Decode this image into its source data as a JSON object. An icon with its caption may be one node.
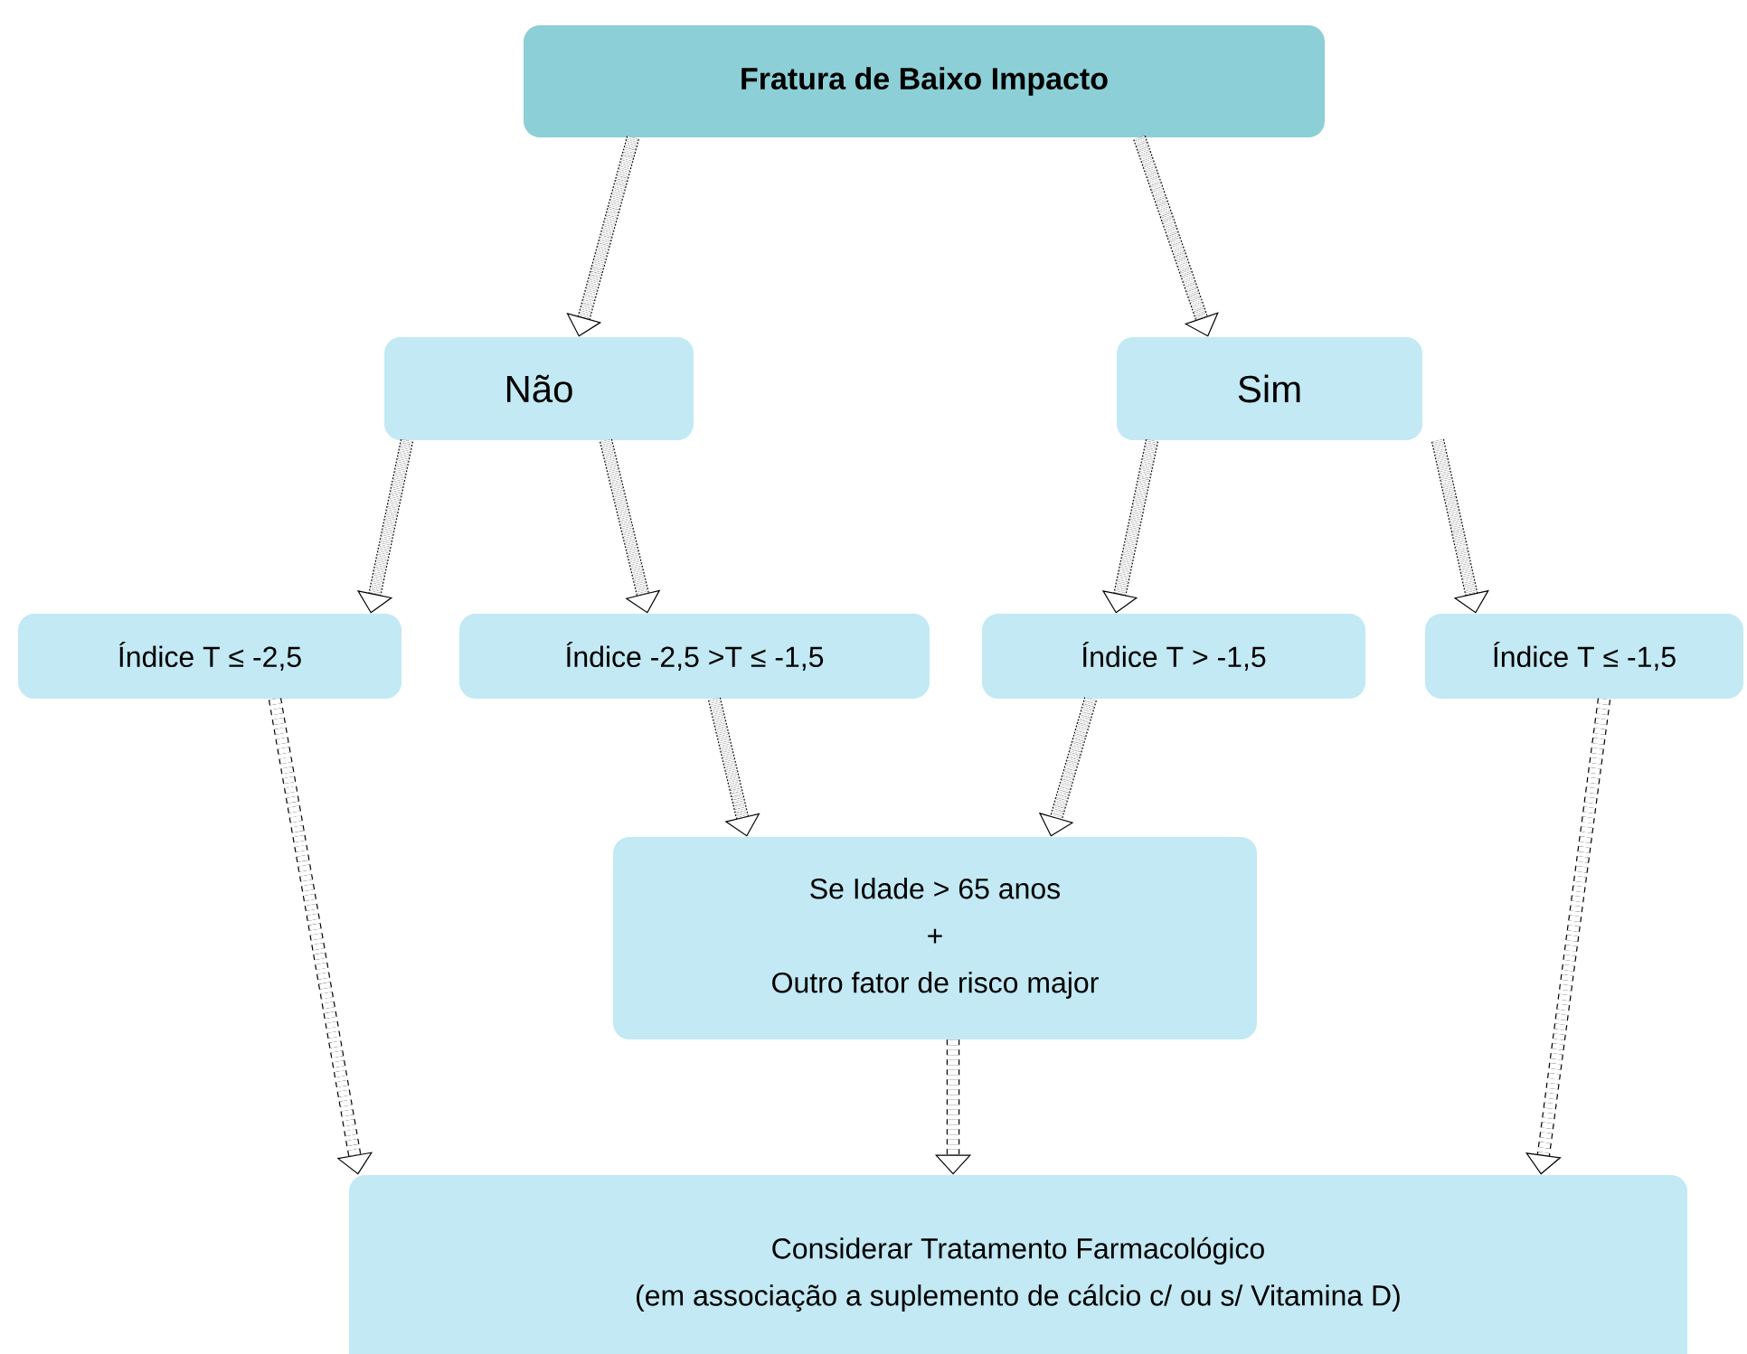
{
  "diagram": {
    "nodes": [
      {
        "text": [
          "Fratura de Baixo Impacto"
        ]
      },
      {
        "text": [
          "Não"
        ]
      },
      {
        "text": [
          "Sim"
        ]
      },
      {
        "text": [
          "Índice T ≤ -2,5"
        ]
      },
      {
        "text": [
          "Índice -2,5 >T ≤ -1,5"
        ]
      },
      {
        "text": [
          "Índice T > -1,5"
        ]
      },
      {
        "text": [
          "Índice T ≤ -1,5"
        ]
      },
      {
        "text": [
          "Se Idade > 65 anos",
          "+",
          "Outro fator de risco major"
        ]
      },
      {
        "text": [
          "Considerar Tratamento Farmacológico",
          "(em associação a suplemento de cálcio c/ ou s/ Vitamina D)"
        ]
      }
    ],
    "edges": [
      {
        "from": 0,
        "to": 1,
        "arrow": "to"
      },
      {
        "from": 0,
        "to": 2,
        "arrow": "to"
      },
      {
        "from": 1,
        "to": 3,
        "arrow": "to"
      },
      {
        "from": 1,
        "to": 4,
        "arrow": "to"
      },
      {
        "from": 2,
        "to": 5,
        "arrow": "to"
      },
      {
        "from": 2,
        "to": 6,
        "arrow": "to"
      },
      {
        "from": 3,
        "to": 8,
        "arrow": "to",
        "style": "dashed"
      },
      {
        "from": 4,
        "to": 7,
        "arrow": "to"
      },
      {
        "from": 5,
        "to": 7,
        "arrow": "to"
      },
      {
        "from": 7,
        "to": 8,
        "arrow": "to",
        "style": "dashed"
      },
      {
        "from": 6,
        "to": 8,
        "arrow": "to",
        "style": "dashed"
      }
    ]
  }
}
